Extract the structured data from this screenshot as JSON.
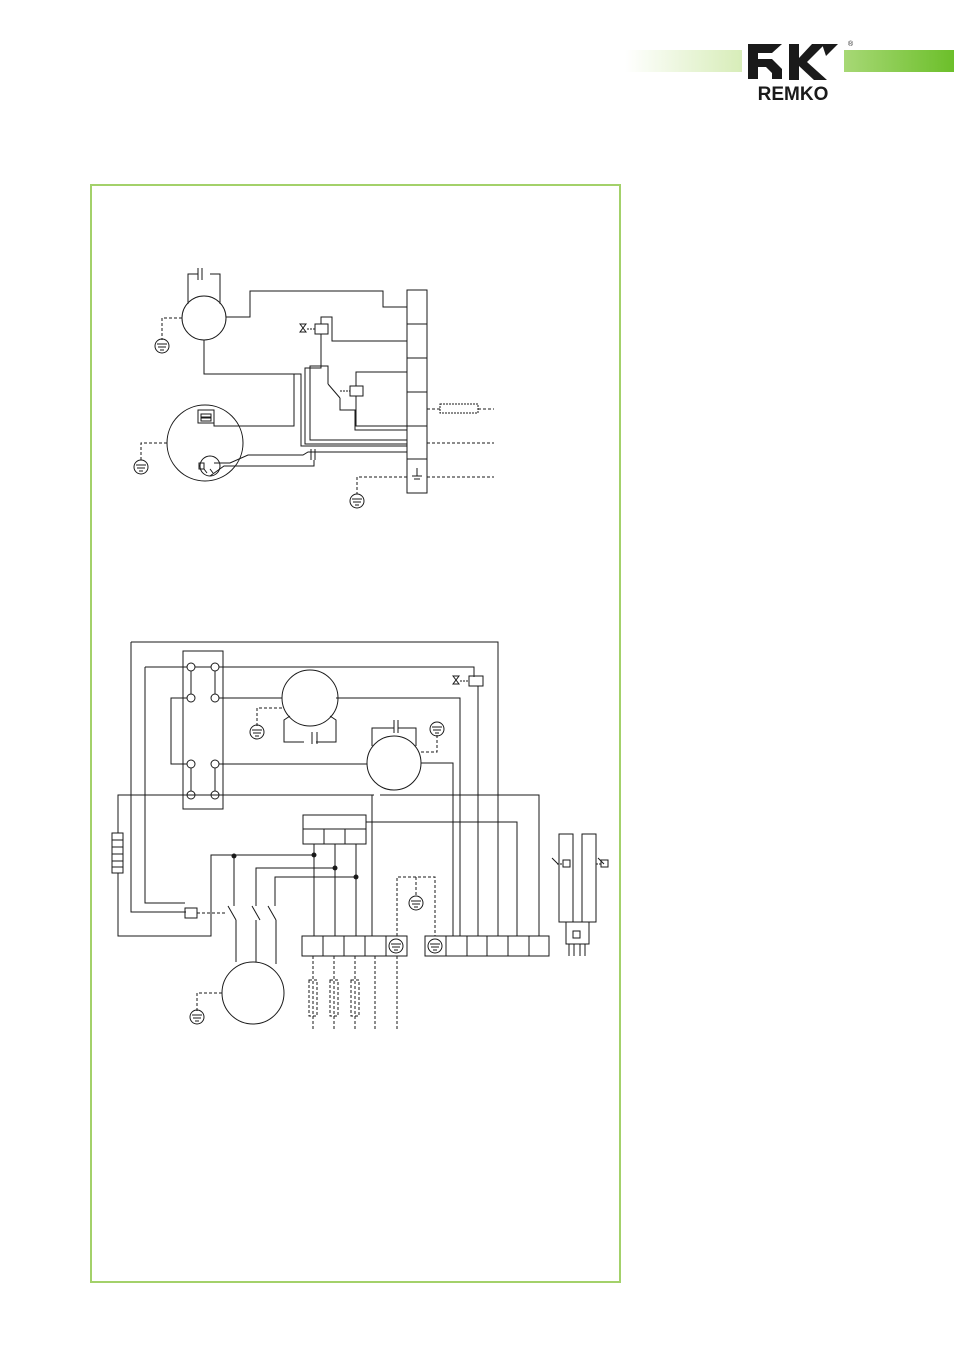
{
  "brand": {
    "name": "REMKO",
    "registered_mark": "®",
    "accent_color": "#8cc63f",
    "frame_color": "#a3d16a",
    "logo_color": "#1a1a1a"
  },
  "diagrams": [
    {
      "id": "outdoor-unit-wiring"
    },
    {
      "id": "indoor-unit-wiring"
    }
  ]
}
